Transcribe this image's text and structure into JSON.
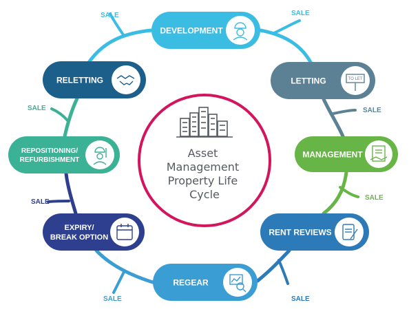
{
  "diagram": {
    "center": {
      "lines": [
        "Asset",
        "Management",
        "Property Life",
        "Cycle"
      ],
      "icon": "city-buildings-icon",
      "ring_color": "#d3155e"
    },
    "stages": [
      {
        "id": "development",
        "lines": [
          "DEVELOPMENT"
        ],
        "color": "#3bbde3",
        "icon": "construction-worker-icon"
      },
      {
        "id": "letting",
        "lines": [
          "LETTING"
        ],
        "color": "#5d8194",
        "icon": "to-let-sign-icon",
        "icon_text": "TO LET"
      },
      {
        "id": "management",
        "lines": [
          "MANAGEMENT"
        ],
        "color": "#67b546",
        "icon": "contract-handshake-icon"
      },
      {
        "id": "rent-reviews",
        "lines": [
          "RENT REVIEWS"
        ],
        "color": "#2c7ab8",
        "icon": "clipboard-pen-icon"
      },
      {
        "id": "regear",
        "lines": [
          "REGEAR"
        ],
        "color": "#3a9dd3",
        "icon": "chart-magnifier-icon"
      },
      {
        "id": "expiry",
        "lines": [
          "EXPIRY/",
          "BREAK OPTION"
        ],
        "color": "#2d3f8e",
        "icon": "calendar-icon"
      },
      {
        "id": "repositioning",
        "lines": [
          "REPOSITIONING/",
          "REFURBISHMENT"
        ],
        "color": "#3bb195",
        "icon": "painter-worker-icon"
      },
      {
        "id": "reletting",
        "lines": [
          "RELETTING"
        ],
        "color": "#1c5f8a",
        "icon": "handshake-icon"
      }
    ],
    "sale_label": "SALE"
  }
}
